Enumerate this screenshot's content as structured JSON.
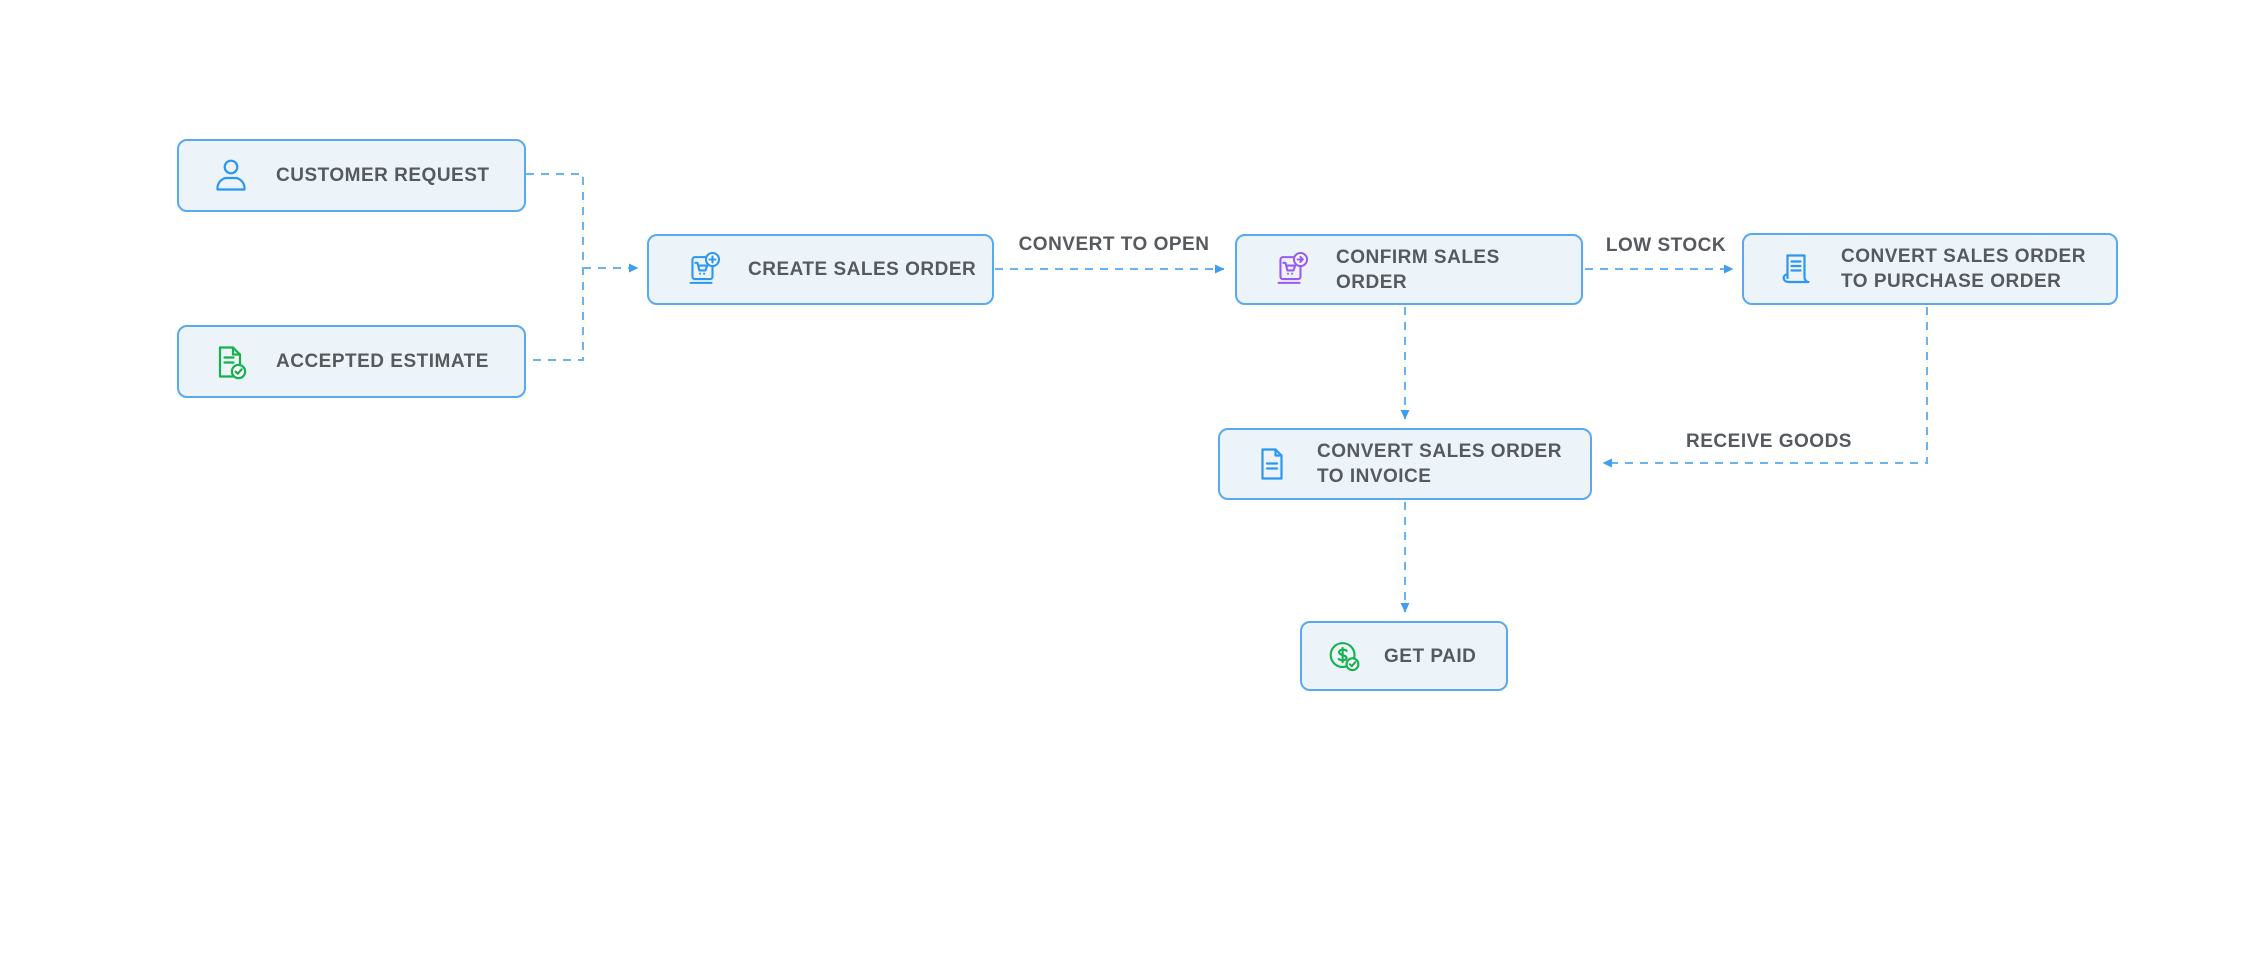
{
  "diagram": {
    "type": "flowchart",
    "background": "#ffffff",
    "colors": {
      "node_border": "#58a9ef",
      "node_fill": "#edf4f9",
      "connector_dash": "#66b4f3",
      "arrowhead": "#3f9ef2",
      "label_text": "#565a5e",
      "icon_blue": "#2d96f1",
      "icon_green": "#14b14c",
      "icon_purple": "#9a5cf0"
    },
    "nodes": [
      {
        "id": "customer-request",
        "label": "CUSTOMER REQUEST",
        "icon": "person-icon"
      },
      {
        "id": "accepted-estimate",
        "label": "ACCEPTED ESTIMATE",
        "icon": "estimate-accepted-icon"
      },
      {
        "id": "create-sales-order",
        "label": "CREATE SALES ORDER",
        "icon": "sales-order-add-icon"
      },
      {
        "id": "confirm-sales-order",
        "label": "CONFIRM SALES ORDER",
        "icon": "sales-order-confirm-icon"
      },
      {
        "id": "convert-sales-order-to-purchase-order",
        "label": "CONVERT SALES ORDER TO PURCHASE ORDER",
        "icon": "purchase-order-icon"
      },
      {
        "id": "convert-sales-order-to-invoice",
        "label": "CONVERT SALES ORDER TO INVOICE",
        "icon": "invoice-icon"
      },
      {
        "id": "get-paid",
        "label": "GET PAID",
        "icon": "money-paid-icon"
      }
    ],
    "edges": [
      {
        "from": "customer-request",
        "to": "create-sales-order",
        "label": ""
      },
      {
        "from": "accepted-estimate",
        "to": "create-sales-order",
        "label": ""
      },
      {
        "from": "create-sales-order",
        "to": "confirm-sales-order",
        "label": "CONVERT TO OPEN"
      },
      {
        "from": "confirm-sales-order",
        "to": "convert-sales-order-to-purchase-order",
        "label": "LOW STOCK"
      },
      {
        "from": "confirm-sales-order",
        "to": "convert-sales-order-to-invoice",
        "label": ""
      },
      {
        "from": "convert-sales-order-to-purchase-order",
        "to": "convert-sales-order-to-invoice",
        "label": "RECEIVE GOODS"
      },
      {
        "from": "convert-sales-order-to-invoice",
        "to": "get-paid",
        "label": ""
      }
    ]
  }
}
